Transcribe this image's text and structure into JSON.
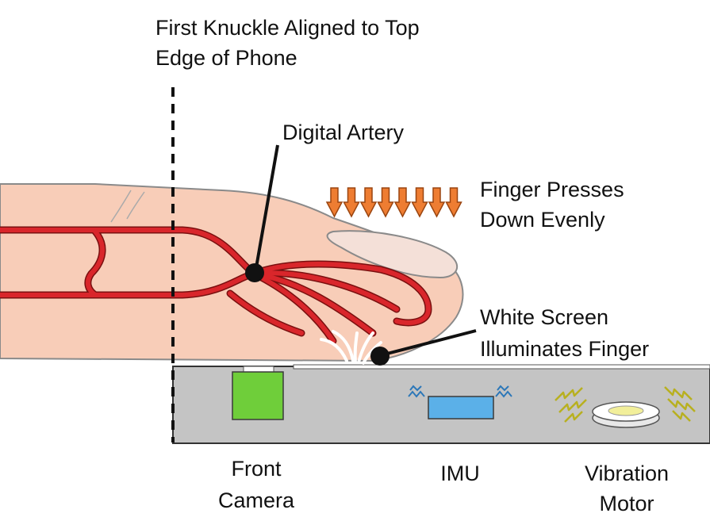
{
  "labels": {
    "knuckle_line1": "First Knuckle Aligned to Top",
    "knuckle_line2": "Edge of Phone",
    "digital_artery": "Digital Artery",
    "finger_press_line1": "Finger Presses",
    "finger_press_line2": "Down Evenly",
    "white_screen_line1": "White Screen",
    "white_screen_line2": "Illuminates Finger",
    "front_camera_line1": "Front",
    "front_camera_line2": "Camera",
    "imu": "IMU",
    "vibration_line1": "Vibration",
    "vibration_line2": "Motor"
  },
  "colors": {
    "skin": "#f8cdb8",
    "skin_outline": "#8a8a8a",
    "artery": "#d9262b",
    "artery_outline": "#7a1010",
    "phone": "#c4c4c4",
    "arrow": "#ee7d32",
    "camera": "#6fce3a",
    "imu": "#5bb0e8",
    "vibration_motor": "#f2ef9a",
    "vibration_wave": "#e8e26a",
    "imu_wave": "#2c77b8"
  }
}
